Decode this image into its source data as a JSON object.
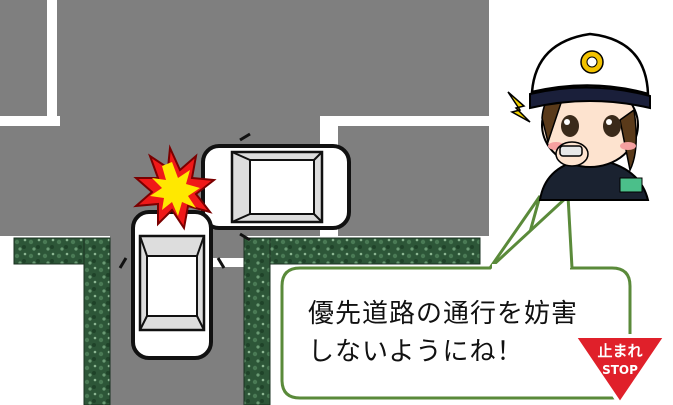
{
  "speech_bubble": {
    "line1": "優先道路の通行を妨害",
    "line2": "しないようにね！"
  },
  "stop_sign": {
    "text_top": "止まれ",
    "text_bottom": "STOP"
  },
  "icons": [
    "car-icon",
    "crash-burst-icon",
    "police-officer-icon",
    "whistle-icon",
    "stop-sign-icon"
  ],
  "colors": {
    "road": "#7f7f7f",
    "hedge": "#2f5a3a",
    "bubble_border": "#5a8a3a",
    "stop_sign": "#e0202a",
    "burst_outer": "#f01818",
    "burst_inner": "#ffe800"
  }
}
